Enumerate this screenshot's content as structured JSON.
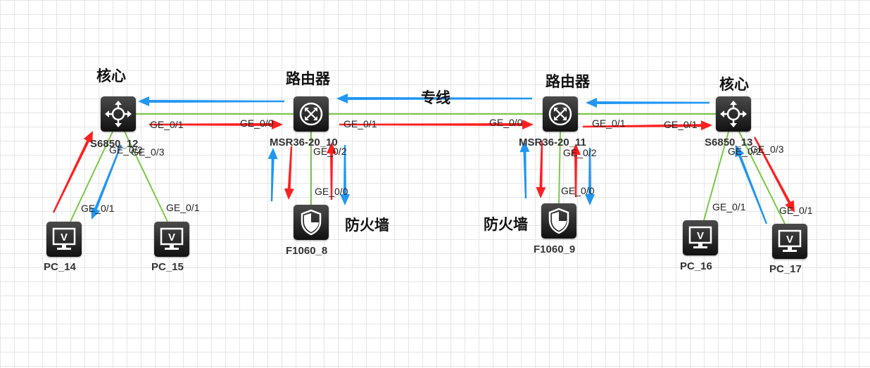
{
  "titles": {
    "core_left": "核心",
    "router_left": "路由器",
    "router_right": "路由器",
    "core_right": "核心",
    "leased_line": "专线",
    "firewall_left": "防火墙",
    "firewall_right": "防火墙"
  },
  "devices": {
    "s12": {
      "label": "S6850_12",
      "type": "switch"
    },
    "r10": {
      "label": "MSR36-20_10",
      "type": "router"
    },
    "r11": {
      "label": "MSR36-20_11",
      "type": "router"
    },
    "s13": {
      "label": "S6850_13",
      "type": "switch"
    },
    "f8": {
      "label": "F1060_8",
      "type": "firewall"
    },
    "f9": {
      "label": "F1060_9",
      "type": "firewall"
    },
    "pc14": {
      "label": "PC_14",
      "type": "pc"
    },
    "pc15": {
      "label": "PC_15",
      "type": "pc"
    },
    "pc16": {
      "label": "PC_16",
      "type": "pc"
    },
    "pc17": {
      "label": "PC_17",
      "type": "pc"
    }
  },
  "ports": {
    "s12_up": "GE_0/1",
    "s12_pc14": "GE_0/2",
    "s12_pc15": "GE_0/3",
    "pc14": "GE_0/1",
    "pc15": "GE_0/1",
    "r10_s12": "GE_0/0",
    "r10_r11": "GE_0/1",
    "r10_fw": "GE_0/2",
    "f8": "GE_0/0",
    "r11_r10": "GE_0/0",
    "r11_fw": "GE_0/2",
    "f9": "GE_0/0",
    "s13_up": "GE_0/1",
    "s13_pc16": "GE_0/2",
    "s13_pc17": "GE_0/3",
    "pc16": "GE_0/1",
    "pc17": "GE_0/1"
  },
  "colors": {
    "link": "#7ac943",
    "arrow_request": "#ff2020",
    "arrow_reply": "#2196f3",
    "node_dark": "#1a1a1a",
    "grid": "#e6e6e6"
  },
  "icons": {
    "switch": "four-way-arrows-icon",
    "router": "router-cross-arrows-icon",
    "firewall": "shield-icon",
    "pc": "monitor-icon"
  }
}
